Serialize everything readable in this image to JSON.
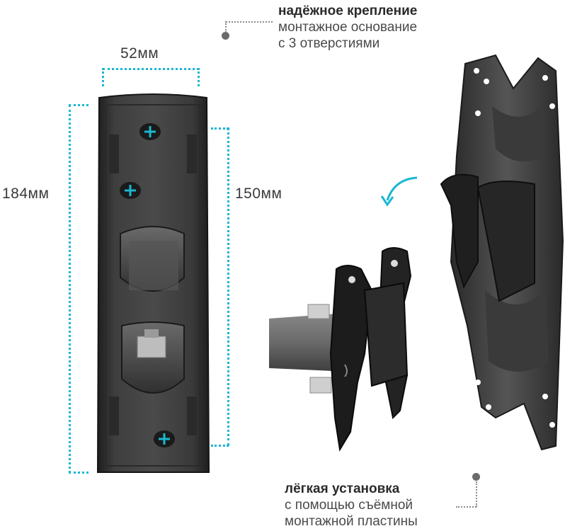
{
  "dimensions": {
    "width_label": "52мм",
    "height_label": "184мм",
    "hole_spacing_label": "150мм"
  },
  "feature_top": {
    "title": "надёжное крепление",
    "line1": "монтажное основание",
    "line2": "с 3 отверстиями"
  },
  "feature_bottom": {
    "title": "лёгкая установка",
    "line1": "с помощью съёмной",
    "line2": "монтажной пластины"
  },
  "colors": {
    "accent": "#1ab7d3",
    "metal_dark": "#2b2b2b",
    "metal_mid": "#4a4a4a"
  }
}
